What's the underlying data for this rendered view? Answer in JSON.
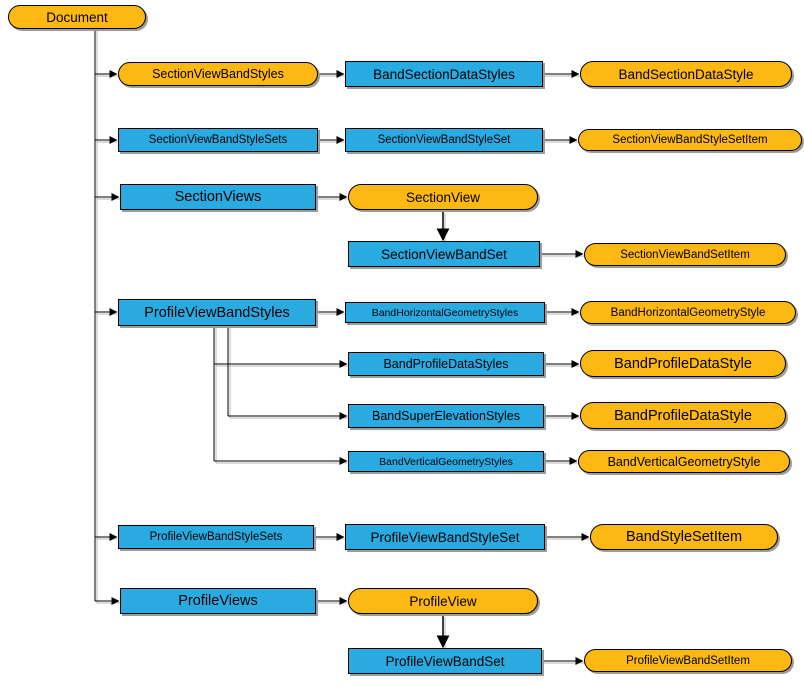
{
  "diagram": {
    "title": "Document object model diagram",
    "colors": {
      "leaf_node": "#FDB813",
      "collection_node": "#29ABE2",
      "border": "#000000",
      "connector": "#000000",
      "connector_shadow": "#B9B9B9",
      "background": "#FFFFFF"
    },
    "nodes": {
      "document": {
        "label": "Document",
        "type": "pill"
      },
      "sectionViewBandStyles": {
        "label": "SectionViewBandStyles",
        "type": "pill"
      },
      "bandSectionDataStyles": {
        "label": "BandSectionDataStyles",
        "type": "rect"
      },
      "bandSectionDataStyle": {
        "label": "BandSectionDataStyle",
        "type": "pill"
      },
      "sectionViewBandStyleSets": {
        "label": "SectionViewBandStyleSets",
        "type": "rect"
      },
      "sectionViewBandStyleSet": {
        "label": "SectionViewBandStyleSet",
        "type": "rect"
      },
      "sectionViewBandStyleSetItem": {
        "label": "SectionViewBandStyleSetItem",
        "type": "pill"
      },
      "sectionViews": {
        "label": "SectionViews",
        "type": "rect"
      },
      "sectionView": {
        "label": "SectionView",
        "type": "pill"
      },
      "sectionViewBandSet": {
        "label": "SectionViewBandSet",
        "type": "rect"
      },
      "sectionViewBandSetItem": {
        "label": "SectionViewBandSetItem",
        "type": "pill"
      },
      "profileViewBandStyles": {
        "label": "ProfileViewBandStyles",
        "type": "rect"
      },
      "bandHorizontalGeometryStyles": {
        "label": "BandHorizontalGeometryStyles",
        "type": "rect"
      },
      "bandHorizontalGeometryStyle": {
        "label": "BandHorizontalGeometryStyle",
        "type": "pill"
      },
      "bandProfileDataStyles": {
        "label": "BandProfileDataStyles",
        "type": "rect"
      },
      "bandProfileDataStyle1": {
        "label": "BandProfileDataStyle",
        "type": "pill"
      },
      "bandSuperElevationStyles": {
        "label": "BandSuperElevationStyles",
        "type": "rect"
      },
      "bandProfileDataStyle2": {
        "label": "BandProfileDataStyle",
        "type": "pill"
      },
      "bandVerticalGeometryStyles": {
        "label": "BandVerticalGeometryStyles",
        "type": "rect"
      },
      "bandVerticalGeometryStyle": {
        "label": "BandVerticalGeometryStyle",
        "type": "pill"
      },
      "profileViewBandStyleSets": {
        "label": "ProfileViewBandStyleSets",
        "type": "rect"
      },
      "profileViewBandStyleSet": {
        "label": "ProfileViewBandStyleSet",
        "type": "rect"
      },
      "bandStyleSetItem": {
        "label": "BandStyleSetItem",
        "type": "pill"
      },
      "profileViews": {
        "label": "ProfileViews",
        "type": "rect"
      },
      "profileView": {
        "label": "ProfileView",
        "type": "pill"
      },
      "profileViewBandSet": {
        "label": "ProfileViewBandSet",
        "type": "rect"
      },
      "profileViewBandSetItem": {
        "label": "ProfileViewBandSetItem",
        "type": "pill"
      }
    },
    "edges": [
      {
        "from": "document",
        "to": "sectionViewBandStyles"
      },
      {
        "from": "document",
        "to": "sectionViewBandStyleSets"
      },
      {
        "from": "document",
        "to": "sectionViews"
      },
      {
        "from": "document",
        "to": "profileViewBandStyles"
      },
      {
        "from": "document",
        "to": "profileViewBandStyleSets"
      },
      {
        "from": "document",
        "to": "profileViews"
      },
      {
        "from": "sectionViewBandStyles",
        "to": "bandSectionDataStyles"
      },
      {
        "from": "bandSectionDataStyles",
        "to": "bandSectionDataStyle"
      },
      {
        "from": "sectionViewBandStyleSets",
        "to": "sectionViewBandStyleSet"
      },
      {
        "from": "sectionViewBandStyleSet",
        "to": "sectionViewBandStyleSetItem"
      },
      {
        "from": "sectionViews",
        "to": "sectionView"
      },
      {
        "from": "sectionView",
        "to": "sectionViewBandSet"
      },
      {
        "from": "sectionViewBandSet",
        "to": "sectionViewBandSetItem"
      },
      {
        "from": "profileViewBandStyles",
        "to": "bandHorizontalGeometryStyles"
      },
      {
        "from": "profileViewBandStyles",
        "to": "bandProfileDataStyles"
      },
      {
        "from": "profileViewBandStyles",
        "to": "bandSuperElevationStyles"
      },
      {
        "from": "profileViewBandStyles",
        "to": "bandVerticalGeometryStyles"
      },
      {
        "from": "bandHorizontalGeometryStyles",
        "to": "bandHorizontalGeometryStyle"
      },
      {
        "from": "bandProfileDataStyles",
        "to": "bandProfileDataStyle1"
      },
      {
        "from": "bandSuperElevationStyles",
        "to": "bandProfileDataStyle2"
      },
      {
        "from": "bandVerticalGeometryStyles",
        "to": "bandVerticalGeometryStyle"
      },
      {
        "from": "profileViewBandStyleSets",
        "to": "profileViewBandStyleSet"
      },
      {
        "from": "profileViewBandStyleSet",
        "to": "bandStyleSetItem"
      },
      {
        "from": "profileViews",
        "to": "profileView"
      },
      {
        "from": "profileView",
        "to": "profileViewBandSet"
      },
      {
        "from": "profileViewBandSet",
        "to": "profileViewBandSetItem"
      }
    ]
  }
}
